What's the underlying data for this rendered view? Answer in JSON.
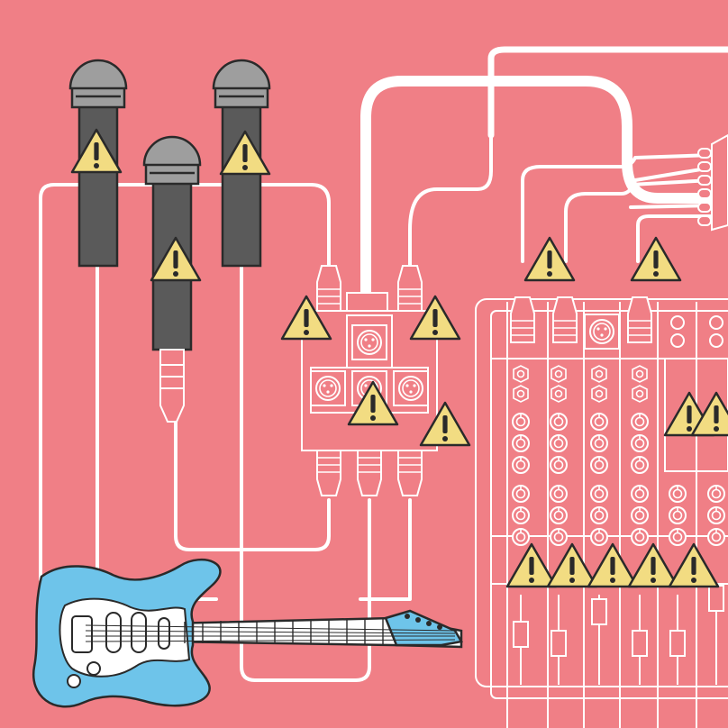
{
  "colors": {
    "background": "#f07f86",
    "cable": "#ffffff",
    "microphone_body": "#5a5a5a",
    "microphone_grille": "#9e9e9e",
    "warning_fill": "#f2dc82",
    "warning_stroke": "#2a2a2a",
    "guitar_body": "#6ec4ea",
    "guitar_pickguard": "#ffffff"
  },
  "warning": {
    "symbol": "!"
  },
  "scene": {
    "microphones": [
      "microphone",
      "microphone",
      "microphone"
    ],
    "instrument": "electric-guitar",
    "splitter": "xlr-splitter-box",
    "mixer": "mixing-console",
    "warning_count": 16
  }
}
